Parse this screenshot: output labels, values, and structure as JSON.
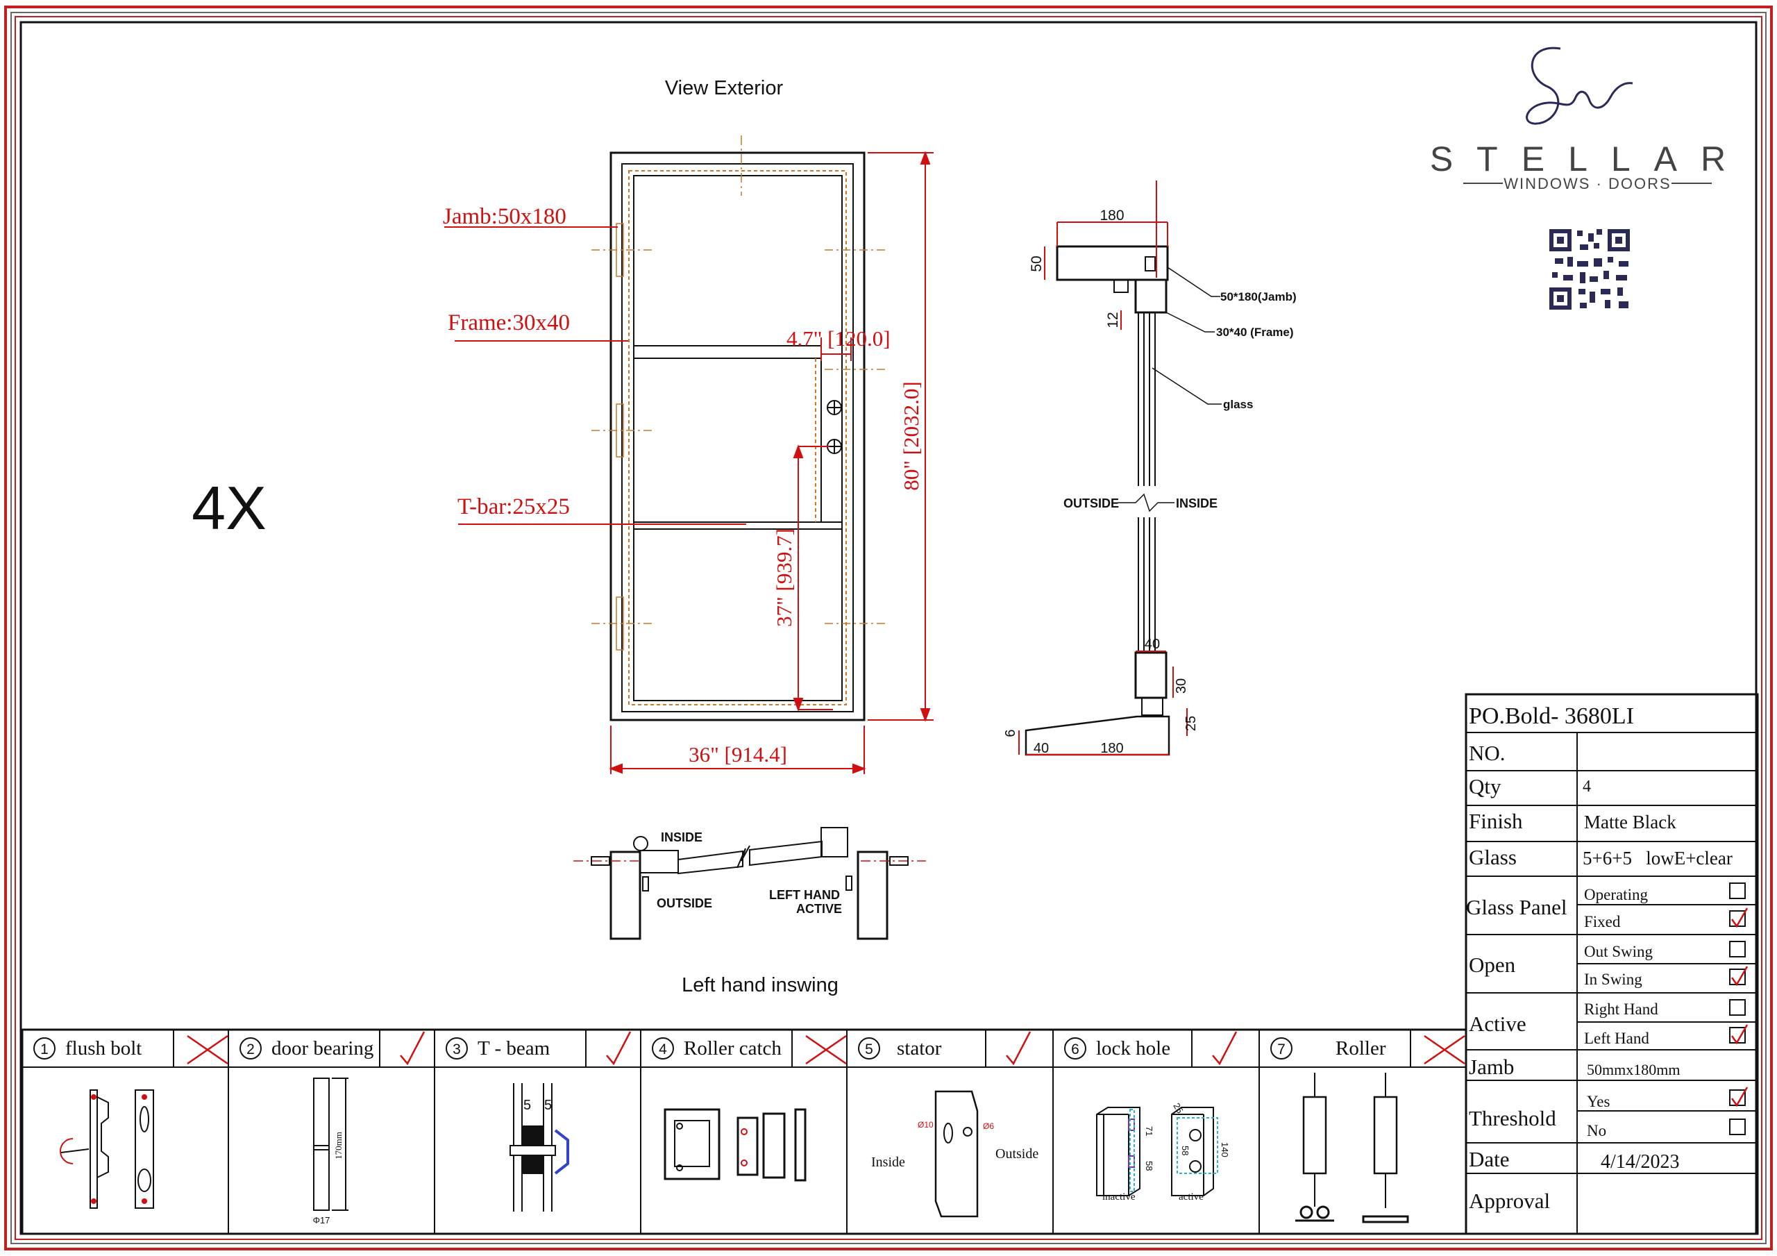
{
  "sheet": {
    "view_exterior_title": "View Exterior",
    "quantity_mark": "4X",
    "swing_title": "Left hand inswing"
  },
  "logo": {
    "brand_name": "STELLAR",
    "tagline": "WINDOWS · DOORS",
    "signature_letters": "Sn"
  },
  "elevation": {
    "jamb_label": "Jamb:50x180",
    "frame_label": "Frame:30x40",
    "tbar_label": "T-bar:25x25",
    "handle_offset_dim": "4.7\" [120.0]",
    "height_dim": "80\" [2032.0]",
    "handle_height_dim": "37\" [939.7]",
    "width_dim": "36\" [914.4]"
  },
  "section": {
    "dim_180_top": "180",
    "dim_50": "50",
    "dim_12": "12",
    "jamb_note": "50*180(Jamb)",
    "frame_note": "30*40  (Frame)",
    "glass_note": "glass",
    "outside_label": "OUTSIDE",
    "inside_label": "INSIDE",
    "dim_40_top": "40",
    "dim_30": "30",
    "dim_25": "25",
    "dim_6": "6",
    "dim_40_bottom": "40",
    "dim_180_bottom": "180"
  },
  "plan": {
    "inside_label": "INSIDE",
    "outside_label": "OUTSIDE",
    "active_label_1": "LEFT HAND",
    "active_label_2": "ACTIVE"
  },
  "hardware": [
    {
      "num": "1",
      "name": "flush bolt",
      "mark": "cross"
    },
    {
      "num": "2",
      "name": "door bearing",
      "mark": "check"
    },
    {
      "num": "3",
      "name": "T - beam",
      "mark": "check"
    },
    {
      "num": "4",
      "name": "Roller catch",
      "mark": "cross"
    },
    {
      "num": "5",
      "name": "stator",
      "mark": "check"
    },
    {
      "num": "6",
      "name": "lock hole",
      "mark": "check"
    },
    {
      "num": "7",
      "name": "Roller",
      "mark": "cross"
    }
  ],
  "hardware_details": {
    "bearing_dim": "170mm",
    "bearing_dia": "Φ17",
    "tbeam_dim_a": "5",
    "tbeam_dim_b": "5",
    "stator_inside": "Inside",
    "stator_outside": "Outside",
    "stator_dia_a": "Ø10",
    "stator_dia_b": "Ø6",
    "lock_inactive": "inactive",
    "lock_active": "active",
    "lock_dims": [
      "71",
      "58",
      "58",
      "25",
      "140"
    ]
  },
  "spec_table": {
    "po": "PO.Bold- 3680LI",
    "rows": [
      {
        "label": "NO.",
        "value": ""
      },
      {
        "label": "Qty",
        "value": "4"
      },
      {
        "label": "Finish",
        "value": "Matte Black"
      },
      {
        "label": "Glass",
        "value": "5+6+5   lowE+clear"
      }
    ],
    "glass_panel": {
      "label": "Glass Panel",
      "opt1": "Operating",
      "opt1_checked": false,
      "opt2": "Fixed",
      "opt2_checked": true
    },
    "open": {
      "label": "Open",
      "opt1": "Out Swing",
      "opt1_checked": false,
      "opt2": "In Swing",
      "opt2_checked": true
    },
    "active": {
      "label": "Active",
      "opt1": "Right Hand",
      "opt1_checked": false,
      "opt2": "Left Hand",
      "opt2_checked": true
    },
    "jamb": {
      "label": "Jamb",
      "value": "50mmx180mm"
    },
    "threshold": {
      "label": "Threshold",
      "opt1": "Yes",
      "opt1_checked": true,
      "opt2": "No",
      "opt2_checked": false
    },
    "date": {
      "label": "Date",
      "value": "4/14/2023"
    },
    "approval": {
      "label": "Approval",
      "value": ""
    }
  },
  "colors": {
    "dimension_red": "#d01010",
    "border_red": "#c02020",
    "line_black": "#111111",
    "hinge_orange": "#c8782a",
    "logo_navy": "#2a2a5a",
    "check_red": "#d01010",
    "glass_cyan": "#28b4c8"
  }
}
